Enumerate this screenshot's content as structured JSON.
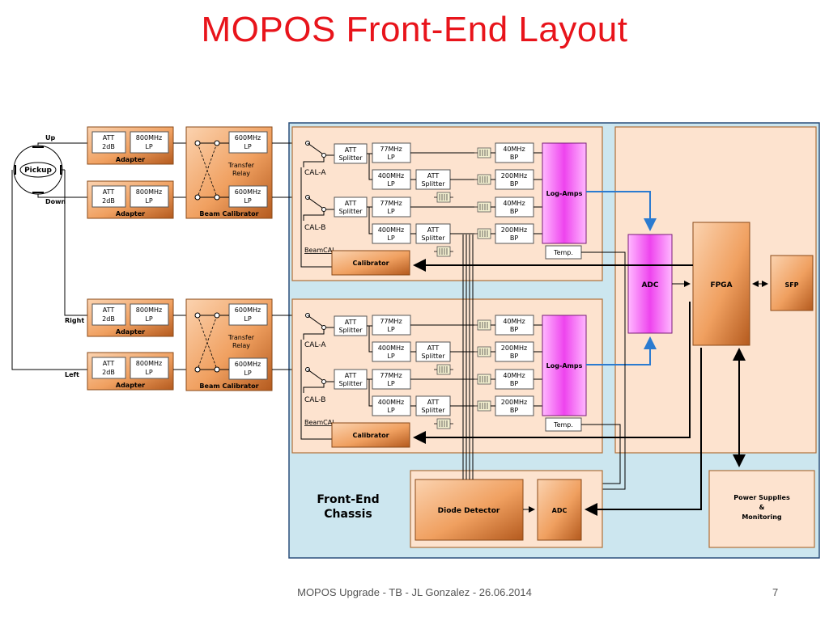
{
  "title": "MOPOS Front-End Layout",
  "footer": "MOPOS Upgrade - TB - JL Gonzalez - 26.06.2014",
  "page_number": "7",
  "colors": {
    "title": "#e8141b",
    "chassis_bg": "#cce6ef",
    "board_bg": "#fde3cf",
    "orange": "#f0a060",
    "magenta": "#ee44ee",
    "blue_link": "#2b7bd0"
  },
  "pickup": {
    "label": "Pickup",
    "up": "Up",
    "down": "Down",
    "right": "Right",
    "left": "Left"
  },
  "adapter": {
    "att": "ATT",
    "att_val": "2dB",
    "lp_freq": "800MHz",
    "lp": "LP",
    "label": "Adapter"
  },
  "beam_cal": {
    "relay_1": "Transfer",
    "relay_2": "Relay",
    "lp_freq": "600MHz",
    "lp": "LP",
    "label": "Beam Calibrator"
  },
  "board": {
    "cal_a": "CAL-A",
    "cal_b": "CAL-B",
    "beamcal": "BeamCAL",
    "att": "ATT",
    "splitter": "Splitter",
    "lp77": "77MHz",
    "lp400": "400MHz",
    "lp": "LP",
    "bp40": "40MHz",
    "bp200": "200MHz",
    "bp": "BP",
    "log_amps": "Log-Amps",
    "temp": "Temp.",
    "calibrator": "Calibrator"
  },
  "digital": {
    "adc": "ADC",
    "fpga": "FPGA",
    "sfp": "SFP"
  },
  "chassis": {
    "line1": "Front-End",
    "line2": "Chassis"
  },
  "diode": {
    "detector": "Diode Detector",
    "adc": "ADC"
  },
  "power": {
    "line1": "Power Supplies",
    "line2": "&",
    "line3": "Monitoring"
  }
}
